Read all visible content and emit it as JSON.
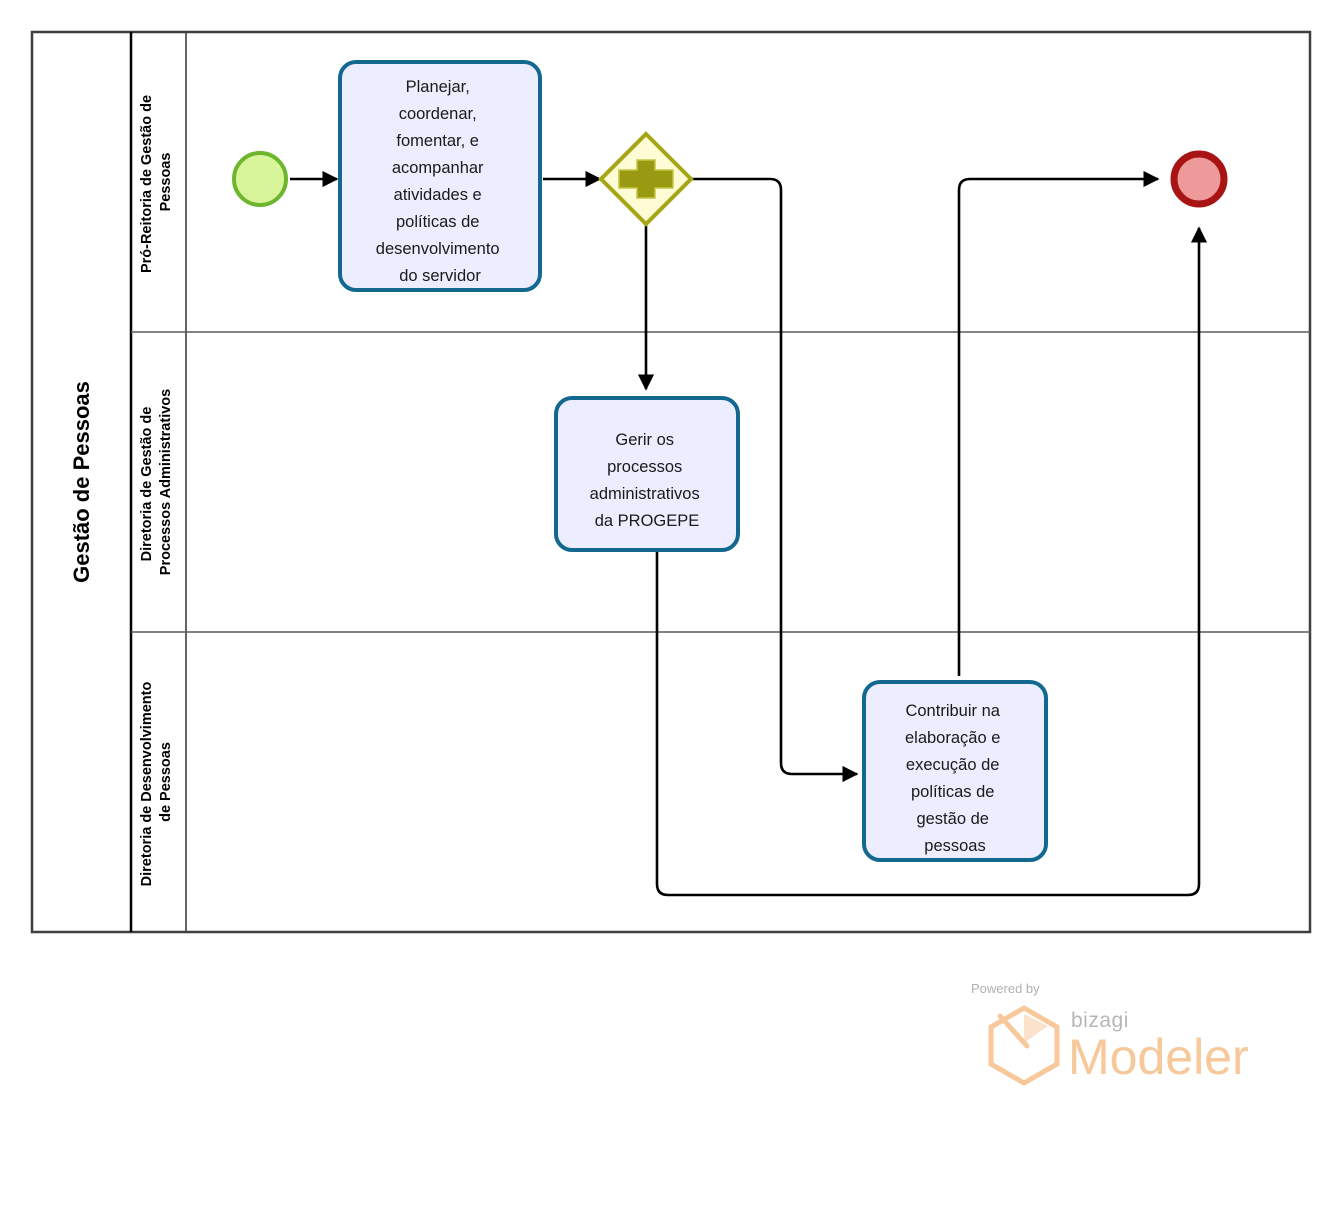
{
  "diagram": {
    "type": "bpmn-process-diagram",
    "tool": "Bizagi Modeler",
    "pool": {
      "name": "Gestão de Pessoas"
    },
    "lanes": [
      {
        "id": "lane-1",
        "name": "Pró-Reitoria de Gestão de Pessoas"
      },
      {
        "id": "lane-2",
        "name": "Diretoria de Gestão de Processos Administrativos"
      },
      {
        "id": "lane-3",
        "name": "Diretoria de Desenvolvimento de Pessoas"
      }
    ],
    "nodes": {
      "start_event": {
        "type": "start-event",
        "label": "",
        "lane": "lane-1"
      },
      "task_1": {
        "type": "task",
        "lane": "lane-1",
        "lines": [
          "Planejar,",
          "coordenar,",
          "fomentar, e",
          "acompanhar",
          "atividades e",
          "políticas de",
          "desenvolvimento",
          "do servidor"
        ]
      },
      "gateway_1": {
        "type": "parallel-gateway",
        "lane": "lane-1",
        "label": ""
      },
      "task_2": {
        "type": "task",
        "lane": "lane-2",
        "lines": [
          "Gerir os",
          "processos",
          "administrativos",
          "da PROGEPE"
        ]
      },
      "task_3": {
        "type": "task",
        "lane": "lane-3",
        "lines": [
          "Contribuir na",
          "elaboração e",
          "execução de",
          "políticas de",
          "gestão de",
          "pessoas"
        ]
      },
      "end_event": {
        "type": "end-event",
        "label": "",
        "lane": "lane-1"
      }
    },
    "flows": [
      {
        "from": "start_event",
        "to": "task_1"
      },
      {
        "from": "task_1",
        "to": "gateway_1"
      },
      {
        "from": "gateway_1",
        "to": "task_2"
      },
      {
        "from": "gateway_1",
        "to": "task_3"
      },
      {
        "from": "task_3",
        "to": "end_event"
      },
      {
        "from": "task_2",
        "to": "end_event"
      }
    ],
    "colors": {
      "task_fill": "#eceeff",
      "task_stroke": "#12688f",
      "start_fill": "#d8f59a",
      "start_stroke": "#6cb52d",
      "end_fill": "#ef9a9a",
      "end_stroke": "#a81414",
      "gateway_fill": "#fdfcd4",
      "gateway_stroke": "#a5a516",
      "flow_stroke": "#000000",
      "pool_stroke": "#3f3f3f"
    }
  },
  "watermark": {
    "powered_by": "Powered by",
    "brand": "bizagi",
    "product": "Modeler",
    "brand_color": "#f7c89a"
  }
}
